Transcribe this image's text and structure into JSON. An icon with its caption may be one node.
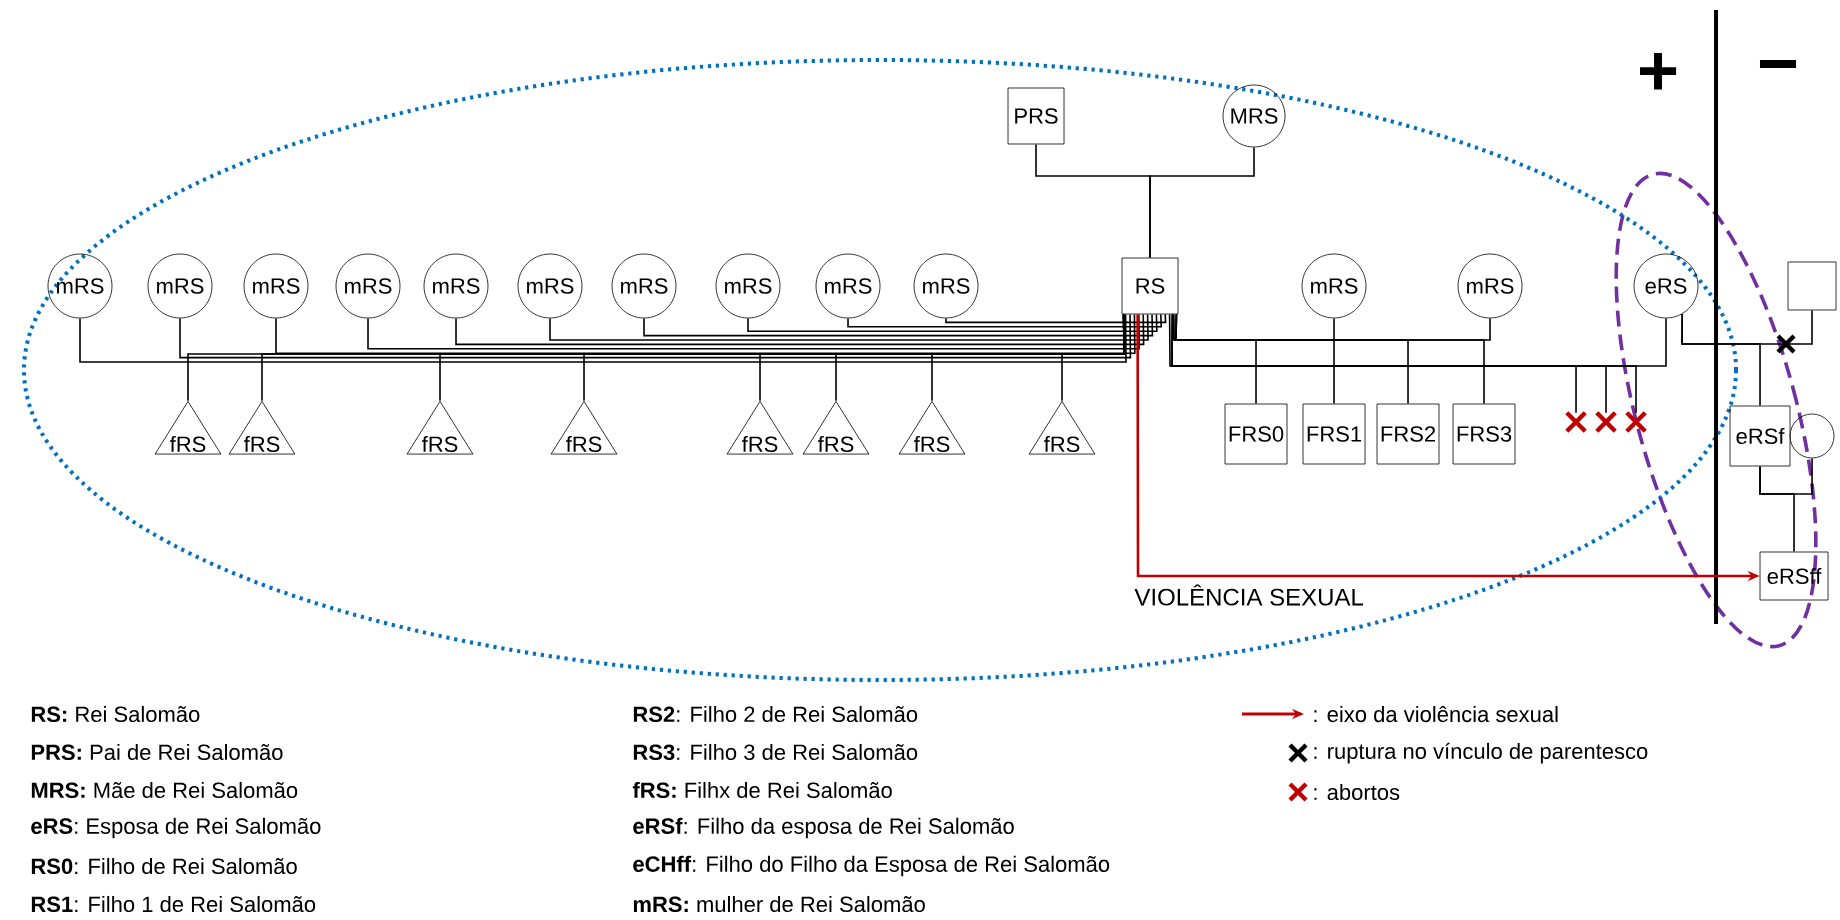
{
  "diagram": {
    "nodes": [
      {
        "text": [
          "PRS"
        ]
      },
      {
        "text": [
          "MRS"
        ]
      },
      {
        "text": [
          "mRS"
        ]
      },
      {
        "text": [
          "mRS"
        ]
      },
      {
        "text": [
          "mRS"
        ]
      },
      {
        "text": [
          "mRS"
        ]
      },
      {
        "text": [
          "mRS"
        ]
      },
      {
        "text": [
          "mRS"
        ]
      },
      {
        "text": [
          "mRS"
        ]
      },
      {
        "text": [
          "mRS"
        ]
      },
      {
        "text": [
          "mRS"
        ]
      },
      {
        "text": [
          "mRS"
        ]
      },
      {
        "text": [
          "RS"
        ]
      },
      {
        "text": [
          "mRS"
        ]
      },
      {
        "text": [
          "mRS"
        ]
      },
      {
        "text": [
          "eRS"
        ]
      },
      {
        "text": [],
        "shape": "box"
      },
      {
        "text": [
          "fRS"
        ]
      },
      {
        "text": [
          "fRS"
        ]
      },
      {
        "text": [
          "fRS"
        ]
      },
      {
        "text": [
          "fRS"
        ]
      },
      {
        "text": [
          "fRS"
        ]
      },
      {
        "text": [
          "fRS"
        ]
      },
      {
        "text": [
          "fRS"
        ]
      },
      {
        "text": [
          "fRS"
        ]
      },
      {
        "text": [
          "FRS0"
        ]
      },
      {
        "text": [
          "FRS1"
        ]
      },
      {
        "text": [
          "FRS2"
        ]
      },
      {
        "text": [
          "FRS3"
        ]
      },
      {
        "text": [],
        "shape": "cross"
      },
      {
        "text": [],
        "shape": "cross"
      },
      {
        "text": [],
        "shape": "cross"
      },
      {
        "text": [
          "eRSf"
        ]
      },
      {
        "text": [],
        "shape": "circle"
      },
      {
        "text": [
          "eRSff"
        ]
      }
    ],
    "edges": [
      {
        "from": 0,
        "to": 12,
        "arrow": "none"
      },
      {
        "from": 1,
        "to": 12,
        "arrow": "none"
      },
      {
        "from": 2,
        "to": 12,
        "arrow": "none"
      },
      {
        "from": 3,
        "to": 12,
        "arrow": "none"
      },
      {
        "from": 4,
        "to": 12,
        "arrow": "none"
      },
      {
        "from": 5,
        "to": 12,
        "arrow": "none"
      },
      {
        "from": 6,
        "to": 12,
        "arrow": "none"
      },
      {
        "from": 7,
        "to": 12,
        "arrow": "none"
      },
      {
        "from": 8,
        "to": 12,
        "arrow": "none"
      },
      {
        "from": 9,
        "to": 12,
        "arrow": "none"
      },
      {
        "from": 10,
        "to": 12,
        "arrow": "none"
      },
      {
        "from": 11,
        "to": 12,
        "arrow": "none"
      },
      {
        "from": 13,
        "to": 12,
        "arrow": "none"
      },
      {
        "from": 14,
        "to": 12,
        "arrow": "none"
      },
      {
        "from": 15,
        "to": 12,
        "arrow": "none"
      },
      {
        "from": 12,
        "to": 17,
        "arrow": "none"
      },
      {
        "from": 12,
        "to": 18,
        "arrow": "none"
      },
      {
        "from": 12,
        "to": 19,
        "arrow": "none"
      },
      {
        "from": 12,
        "to": 20,
        "arrow": "none"
      },
      {
        "from": 12,
        "to": 21,
        "arrow": "none"
      },
      {
        "from": 12,
        "to": 22,
        "arrow": "none"
      },
      {
        "from": 12,
        "to": 23,
        "arrow": "none"
      },
      {
        "from": 12,
        "to": 24,
        "arrow": "none"
      },
      {
        "from": 12,
        "to": 25,
        "arrow": "none"
      },
      {
        "from": 12,
        "to": 26,
        "arrow": "none"
      },
      {
        "from": 12,
        "to": 27,
        "arrow": "none"
      },
      {
        "from": 12,
        "to": 28,
        "arrow": "none"
      },
      {
        "from": 12,
        "to": 29,
        "arrow": "none"
      },
      {
        "from": 12,
        "to": 30,
        "arrow": "none"
      },
      {
        "from": 12,
        "to": 31,
        "arrow": "none"
      },
      {
        "from": 15,
        "to": 16,
        "arrow": "none"
      },
      {
        "from": 15,
        "to": 32,
        "arrow": "none"
      },
      {
        "from": 32,
        "to": 33,
        "arrow": "none"
      },
      {
        "from": 32,
        "to": 34,
        "arrow": "none"
      },
      {
        "from": 12,
        "to": 34,
        "arrow": "to",
        "label": "VIOLÊNCIA SEXUAL",
        "color": "#c00000"
      }
    ],
    "labels": [
      "+",
      "−",
      "**RS:** Rei Salomão",
      "**PRS:** Pai de Rei Salomão",
      "**MRS:** Mãe de Rei Salomão",
      "**eRS**: Esposa de Rei Salomão",
      "**RS0**: Filho de Rei Salomão",
      "**RS1**: Filho 1 de Rei Salomão",
      "**RS2**: Filho 2 de Rei Salomão",
      "**RS3**: Filho 3 de Rei Salomão",
      "**fRS:** Filhx de Rei Salomão",
      "**eRSf**: Filho da esposa de Rei Salomão",
      "**eCHff**: Filho do Filho da Esposa de Rei Salomão",
      "**mRS:** mulher de Rei Salomão"
    ],
    "legend": [
      {
        "text": ": eixo da violência sexual"
      },
      {
        "text": ": ruptura no vínculo de parentesco"
      },
      {
        "text": ": abortos"
      }
    ]
  }
}
